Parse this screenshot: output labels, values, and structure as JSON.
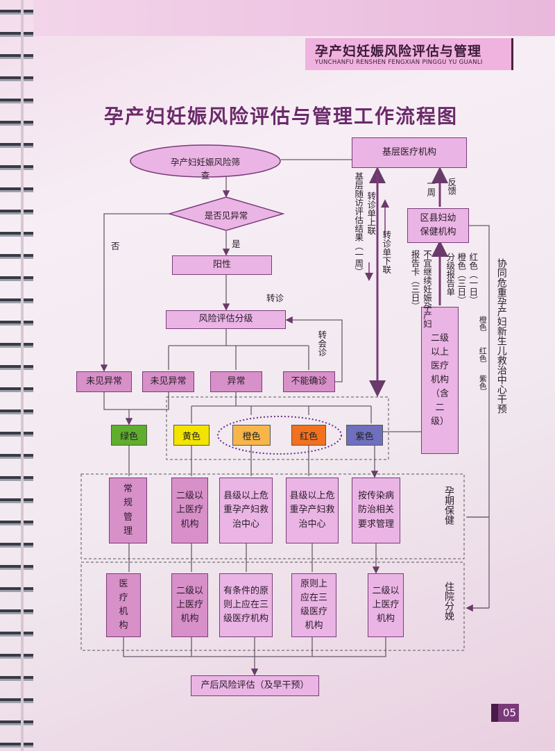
{
  "header": {
    "title": "孕产妇妊娠风险评估与管理",
    "subtitle": "YUNCHANFU RENSHEN FENGXIAN PINGGU YU GUANLI"
  },
  "page_title": "孕产妇妊娠风险评估与管理工作流程图",
  "nodes": {
    "screening": "孕产妇妊娠风险筛查",
    "primary_care": "基层医疗机构",
    "decision": "是否见异常",
    "positive": "阳性",
    "grading": "风险评估分级",
    "no_abnormal_1": "未见异常",
    "no_abnormal_2": "未见异常",
    "abnormal": "异常",
    "uncertain": "不能确诊",
    "district_mch": "区县妇幼保健机构",
    "secondary_plus": "二级以上医疗机构（含二级）",
    "postpartum": "产后风险评估（及早干预）"
  },
  "colors": [
    {
      "label": "绿色",
      "hex": "#5fae2e"
    },
    {
      "label": "黄色",
      "hex": "#f3e400"
    },
    {
      "label": "橙色",
      "hex": "#f7b54a"
    },
    {
      "label": "红色",
      "hex": "#f2711f"
    },
    {
      "label": "紫色",
      "hex": "#6f6fbf"
    }
  ],
  "prenatal": [
    "常规管理",
    "二级以上医疗机构",
    "县级以上危重孕产妇救治中心",
    "县级以上危重孕产妇救治中心",
    "按传染病防治相关要求管理"
  ],
  "delivery": [
    "医疗机构",
    "二级以上医疗机构",
    "有条件的原则上应在三级医疗机构",
    "原则上应在三级医疗机构",
    "二级以上医疗机构"
  ],
  "labels": {
    "no": "否",
    "yes": "是",
    "referral": "转诊",
    "consult": "转会诊",
    "followup": "基层随访评估结果（一周）",
    "referral_upper": "转诊单上联",
    "referral_lower": "转诊单下联",
    "one_week": "一周",
    "feedback": "反馈",
    "report_card": "不宜继续妊娠孕产妇报告卡（三日）",
    "grading_report": "分级报告单",
    "orange_3d": "橙色（三日）",
    "red_1d": "红色（一日）",
    "orange": "橙色",
    "red": "红色",
    "purple": "紫色",
    "center_collab": "协同危重孕产妇新生儿救治中心干预",
    "prenatal_care": "孕期保健",
    "hospital_delivery": "住院分娩"
  },
  "page_number": "05"
}
